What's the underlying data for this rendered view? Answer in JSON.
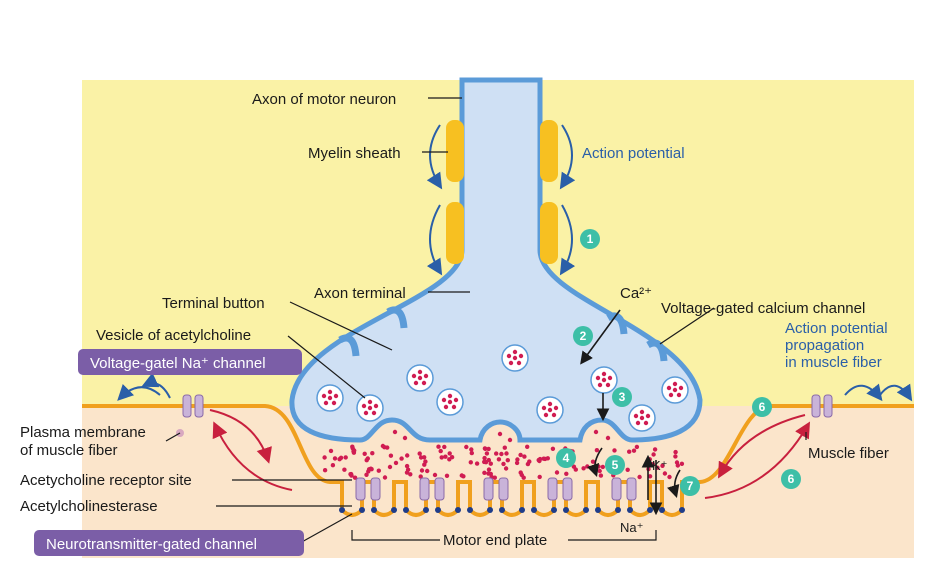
{
  "labels": {
    "axon_motor_neuron": "Axon of motor neuron",
    "myelin_sheath": "Myelin sheath",
    "action_potential": "Action potential",
    "axon_terminal": "Axon terminal",
    "terminal_button": "Terminal button",
    "vesicle_ach": "Vesicle of acetylcholine",
    "voltage_gated_ca": "Voltage-gated calcium channel",
    "ca": "Ca²⁺",
    "plasma_membrane_1": "Plasma membrane",
    "plasma_membrane_2": "of muscle fiber",
    "ach_receptor_site": "Acetycholine receptor site",
    "acetylcholinesterase": "Acetylcholinesterase",
    "motor_end_plate": "Motor end plate",
    "muscle_fiber": "Muscle fiber",
    "ap_propagation_1": "Action potential",
    "ap_propagation_2": "propagation",
    "ap_propagation_3": "in muscle fiber",
    "k": "K⁺",
    "na": "Na⁺"
  },
  "callouts": {
    "voltage_na": "Voltage-gatel Na⁺ channel",
    "neurotransmitter_gated": "Neurotransmitter-gated channel"
  },
  "steps": [
    "1",
    "2",
    "3",
    "4",
    "5",
    "6",
    "6",
    "7"
  ],
  "colors": {
    "background": "#faf2a6",
    "muscle": "#fbe5cb",
    "axon_fill": "#cfe0f4",
    "axon_stroke": "#5b9bd8",
    "myelin": "#f7c021",
    "membrane": "#f0a01e",
    "vesicle_dot": "#d01c52",
    "step_badge": "#3dbfa7",
    "callout": "#7b5ea7",
    "text_blue": "#2a5fa8"
  }
}
